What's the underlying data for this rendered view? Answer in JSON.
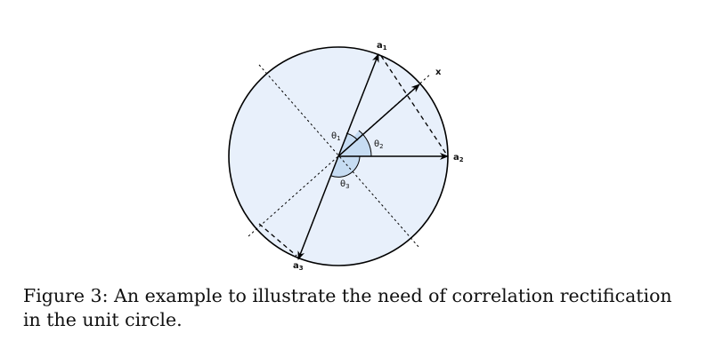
{
  "figure": {
    "caption_label": "Figure 3:",
    "caption_text": "An example to illustrate the need of correlation rectification in the unit circle.",
    "labels": {
      "a1": "a",
      "a1_sub": "1",
      "a2": "a",
      "a2_sub": "2",
      "a3": "a",
      "a3_sub": "3",
      "x": "x",
      "theta1": "θ",
      "theta1_sub": "1",
      "theta2": "θ",
      "theta2_sub": "2",
      "theta3": "θ",
      "theta3_sub": "3"
    },
    "colors": {
      "circle_fill": "#e8f0fb",
      "angle_fill": "#c6dcf2",
      "stroke": "#000000"
    }
  }
}
